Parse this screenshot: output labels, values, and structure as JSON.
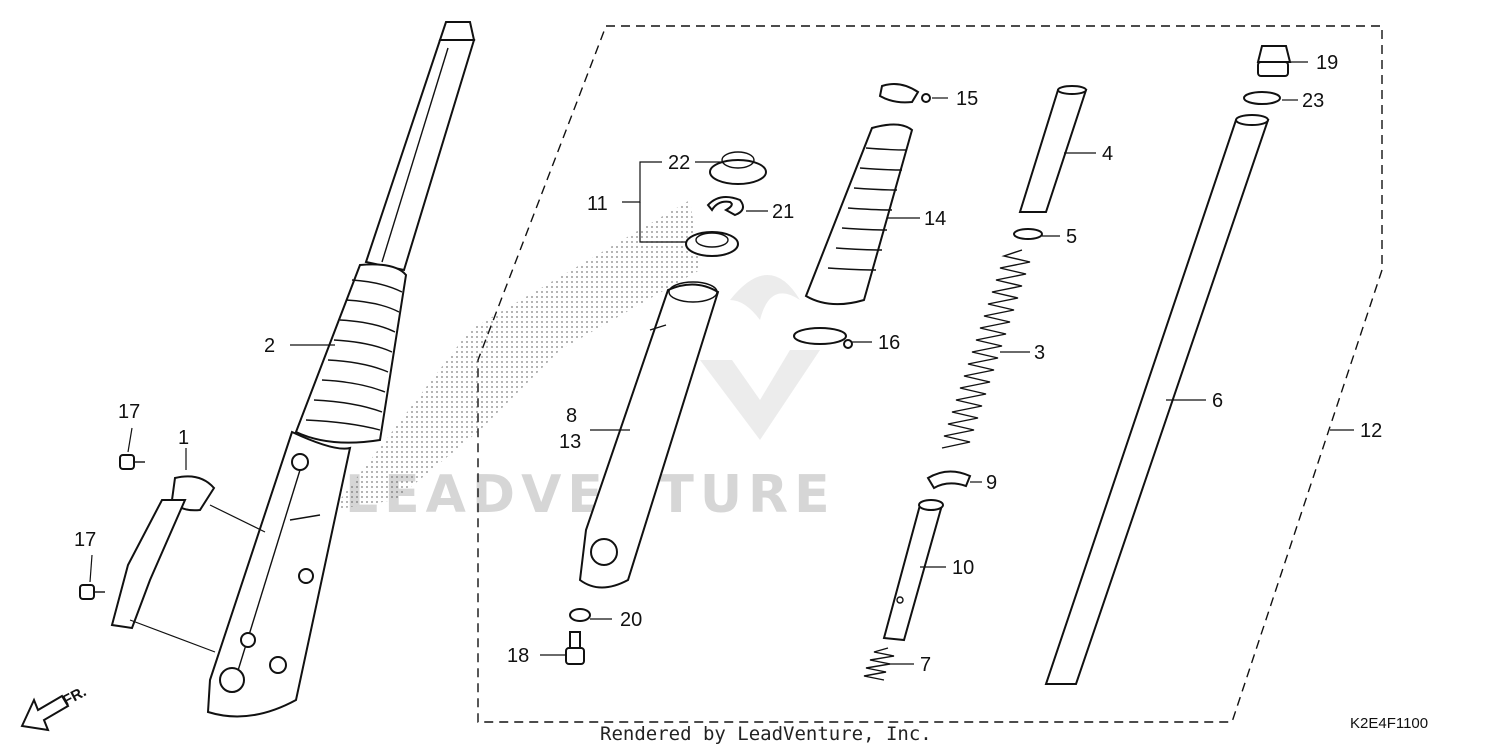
{
  "callouts": [
    {
      "id": "c1",
      "label": "1"
    },
    {
      "id": "c2",
      "label": "2"
    },
    {
      "id": "c3",
      "label": "3"
    },
    {
      "id": "c4",
      "label": "4"
    },
    {
      "id": "c5",
      "label": "5"
    },
    {
      "id": "c6",
      "label": "6"
    },
    {
      "id": "c7",
      "label": "7"
    },
    {
      "id": "c8",
      "label": "8"
    },
    {
      "id": "c9",
      "label": "9"
    },
    {
      "id": "c10",
      "label": "10"
    },
    {
      "id": "c11",
      "label": "11"
    },
    {
      "id": "c12",
      "label": "12"
    },
    {
      "id": "c13",
      "label": "13"
    },
    {
      "id": "c14",
      "label": "14"
    },
    {
      "id": "c15",
      "label": "15"
    },
    {
      "id": "c16",
      "label": "16"
    },
    {
      "id": "c17a",
      "label": "17"
    },
    {
      "id": "c17b",
      "label": "17"
    },
    {
      "id": "c18",
      "label": "18"
    },
    {
      "id": "c19",
      "label": "19"
    },
    {
      "id": "c20",
      "label": "20"
    },
    {
      "id": "c21",
      "label": "21"
    },
    {
      "id": "c22",
      "label": "22"
    },
    {
      "id": "c23",
      "label": "23"
    }
  ],
  "front_indicator": "FR.",
  "diagram_code": "K2E4F1100",
  "render_credit": "Rendered by LeadVenture, Inc.",
  "watermark": "LEADVENTURE",
  "colors": {
    "line": "#111111",
    "watermark": "#d6d6d6",
    "background": "#ffffff"
  }
}
